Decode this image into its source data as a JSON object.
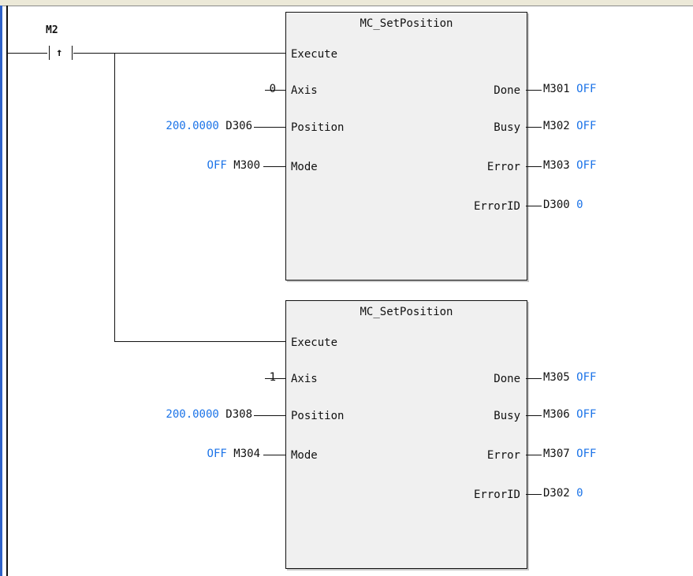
{
  "contact": {
    "label": "M2",
    "symbol": "↑"
  },
  "blocks": [
    {
      "title": "MC_SetPosition",
      "inputs": {
        "execute": "Execute",
        "axis": {
          "pin": "Axis",
          "value": "0"
        },
        "position": {
          "pin": "Position",
          "value": "200.0000",
          "var": "D306"
        },
        "mode": {
          "pin": "Mode",
          "value": "OFF",
          "var": "M300"
        }
      },
      "outputs": {
        "done": {
          "pin": "Done",
          "var": "M301",
          "value": "OFF"
        },
        "busy": {
          "pin": "Busy",
          "var": "M302",
          "value": "OFF"
        },
        "error": {
          "pin": "Error",
          "var": "M303",
          "value": "OFF"
        },
        "errorid": {
          "pin": "ErrorID",
          "var": "D300",
          "value": "0"
        }
      }
    },
    {
      "title": "MC_SetPosition",
      "inputs": {
        "execute": "Execute",
        "axis": {
          "pin": "Axis",
          "value": "1"
        },
        "position": {
          "pin": "Position",
          "value": "200.0000",
          "var": "D308"
        },
        "mode": {
          "pin": "Mode",
          "value": "OFF",
          "var": "M304"
        }
      },
      "outputs": {
        "done": {
          "pin": "Done",
          "var": "M305",
          "value": "OFF"
        },
        "busy": {
          "pin": "Busy",
          "var": "M306",
          "value": "OFF"
        },
        "error": {
          "pin": "Error",
          "var": "M307",
          "value": "OFF"
        },
        "errorid": {
          "pin": "ErrorID",
          "var": "D302",
          "value": "0"
        }
      }
    }
  ],
  "colors": {
    "value": "#1b73e8",
    "left_rail": "#2f62c8"
  }
}
